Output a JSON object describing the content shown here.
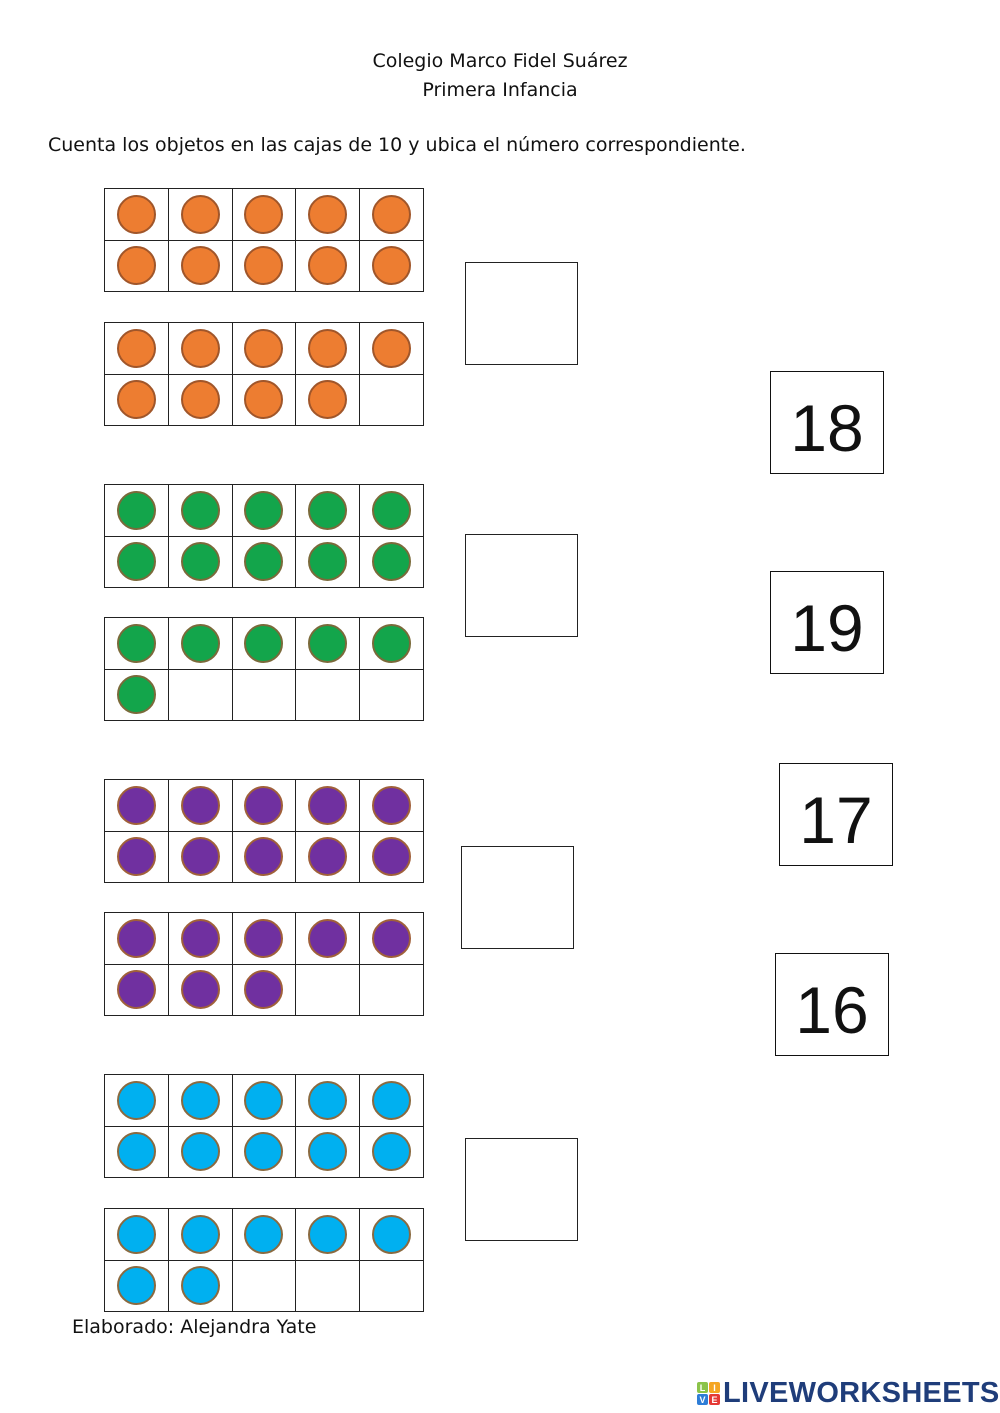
{
  "header": {
    "school": "Colegio Marco Fidel Suárez",
    "level": "Primera Infancia"
  },
  "instructions": "Cuenta los objetos en las cajas de 10 y ubica el número correspondiente.",
  "groups": [
    {
      "color": "#ed7d31",
      "border": "#a0562a",
      "frame1_count": 10,
      "frame2_count": 9,
      "total": 19
    },
    {
      "color": "#13a54b",
      "border": "#7a6a3a",
      "frame1_count": 10,
      "frame2_count": 6,
      "total": 16
    },
    {
      "color": "#7030a0",
      "border": "#a0603a",
      "frame1_count": 10,
      "frame2_count": 8,
      "total": 18
    },
    {
      "color": "#00b0f0",
      "border": "#8a6a40",
      "frame1_count": 10,
      "frame2_count": 7,
      "total": 17
    }
  ],
  "answer_boxes": [
    "",
    "",
    "",
    ""
  ],
  "number_cards": [
    "18",
    "19",
    "17",
    "16"
  ],
  "footer": {
    "author": "Elaborado: Alejandra Yate"
  },
  "branding": {
    "logo_letters": [
      "L",
      "I",
      "V",
      "E"
    ],
    "logo_colors": [
      "#8bc34a",
      "#f5a623",
      "#2e7dd7",
      "#e53935"
    ],
    "name": "LIVEWORKSHEETS"
  }
}
